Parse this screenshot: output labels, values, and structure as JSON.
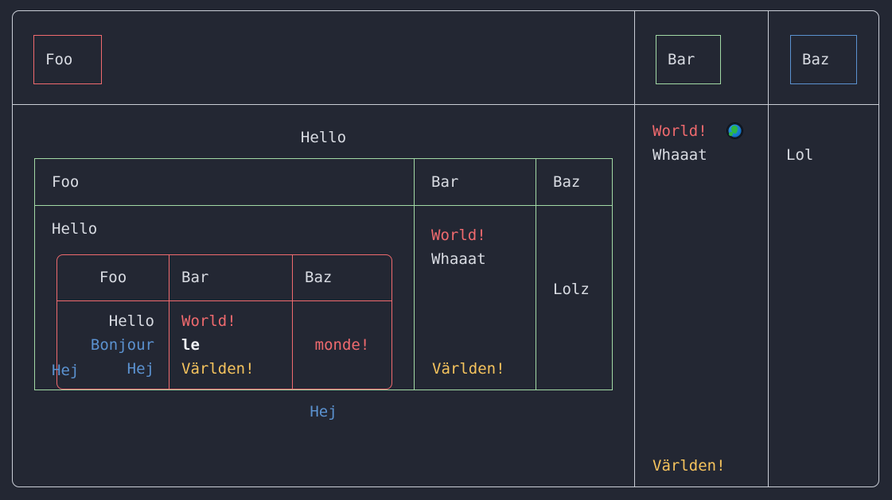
{
  "colors": {
    "background": "#232733",
    "border_outer": "#c9cdd6",
    "border_green": "#a2d9a5",
    "border_red": "#ef6a6e",
    "border_blue": "#5b92d0",
    "text_default": "#d8dbe2",
    "text_red": "#ef6a6e",
    "text_blue": "#5b92d0",
    "text_yellow": "#f5c35d",
    "text_bold_white": "#f2f4f8"
  },
  "outer_table": {
    "header_row": {
      "cell_1": {
        "chip_label": "Foo",
        "chip_border_color": "#ef6a6e"
      },
      "cell_2": {
        "chip_label": "Bar",
        "chip_border_color": "#a2d9a5"
      },
      "cell_3": {
        "chip_label": "Baz",
        "chip_border_color": "#5b92d0"
      }
    },
    "body_row": {
      "cell_2": {
        "line_1": "World!",
        "icon": "earth-globe-emoji",
        "line_2": "Whaaat",
        "bottom": "Världen!"
      },
      "cell_3": {
        "line_1": "Lol"
      }
    }
  },
  "middle_table": {
    "title": "Hello",
    "footer": "Hej",
    "green_table": {
      "headers": [
        "Foo",
        "Bar",
        "Baz"
      ],
      "body": {
        "col_1": {
          "label": "Hello",
          "bottom_label": "Hej"
        },
        "col_2": {
          "line_1": "World!",
          "line_2": "Whaaat",
          "bottom": "Världen!"
        },
        "col_3": {
          "line_1": "Lolz"
        }
      },
      "red_table": {
        "headers": [
          "Foo",
          "Bar",
          "Baz"
        ],
        "row": {
          "col_1": [
            "Hello",
            "Bonjour",
            "Hej"
          ],
          "col_2": [
            "World!",
            "le",
            "Världen!"
          ],
          "col_3": [
            "monde!"
          ]
        }
      }
    }
  }
}
